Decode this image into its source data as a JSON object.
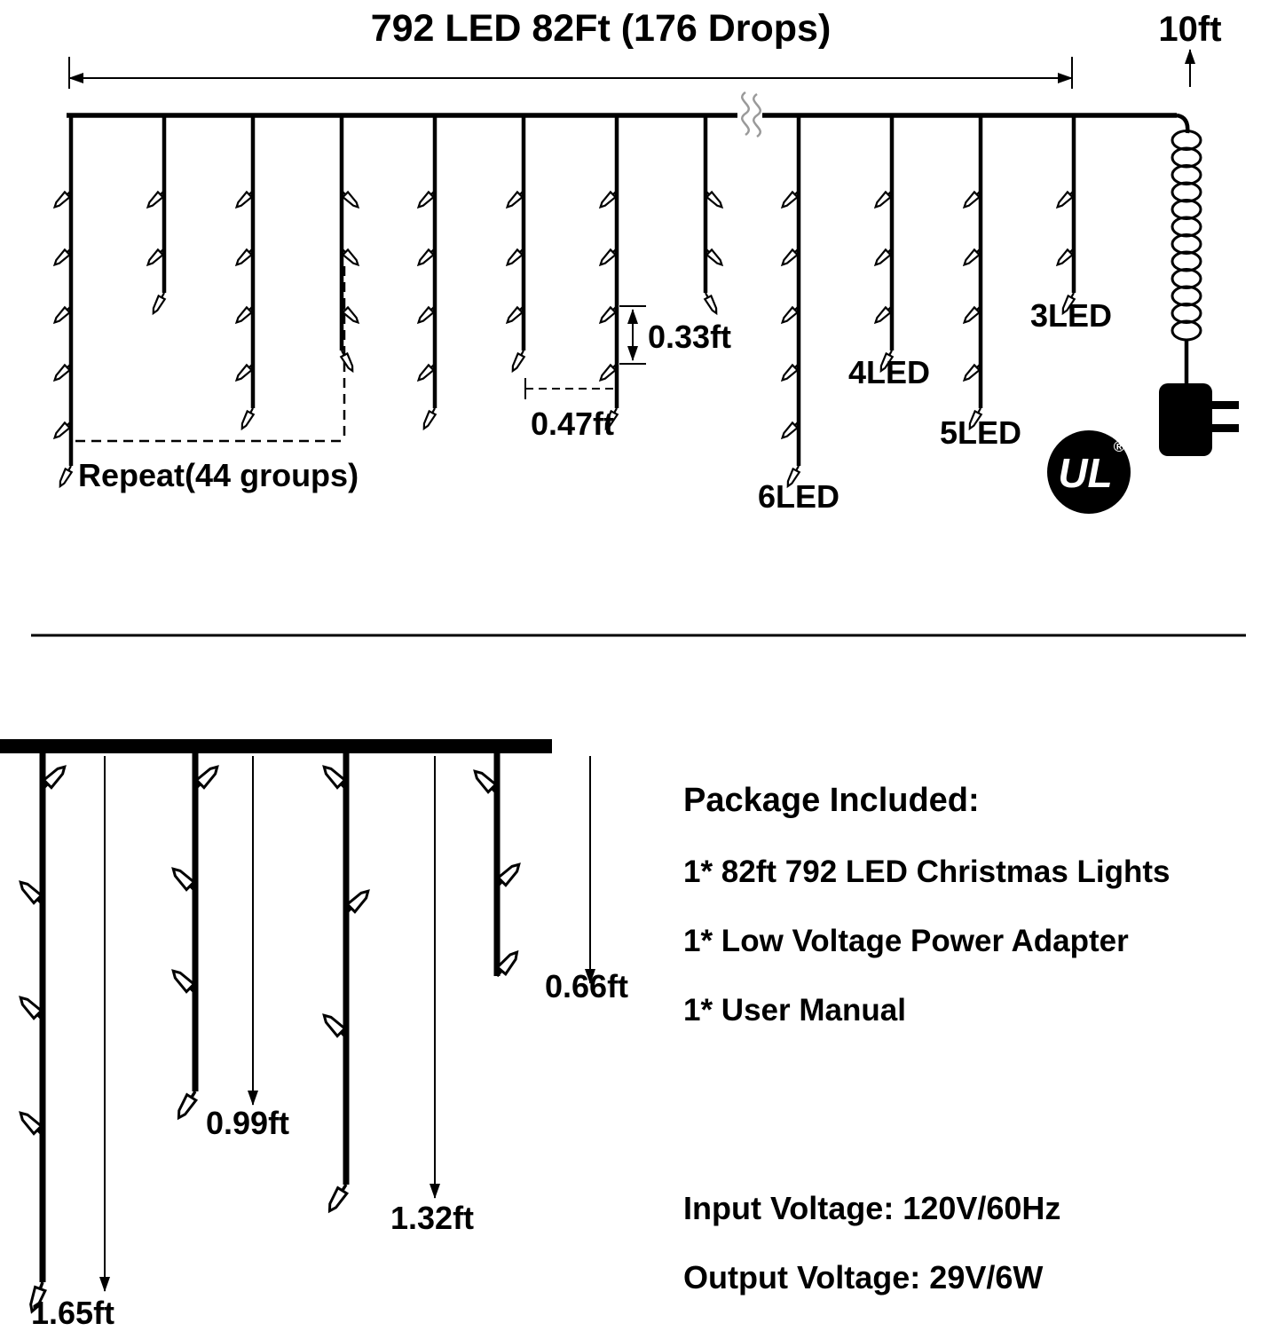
{
  "top": {
    "title": "792 LED 82Ft (176 Drops)",
    "lead_length": "10ft",
    "repeat_label": "Repeat(44 groups)",
    "led_gap": "0.33ft",
    "drop_gap": "0.47ft",
    "led_3": "3LED",
    "led_4": "4LED",
    "led_5": "5LED",
    "led_6": "6LED",
    "ul_mark": "UL",
    "ul_registered": "®"
  },
  "bottom": {
    "drop_066": "0.66ft",
    "drop_099": "0.99ft",
    "drop_132": "1.32ft",
    "drop_165": "1.65ft"
  },
  "package": {
    "heading": "Package Included:",
    "items": [
      "1* 82ft 792 LED Christmas Lights",
      "1* Low Voltage Power Adapter",
      "1* User Manual"
    ],
    "input_voltage": "Input Voltage: 120V/60Hz",
    "output_voltage": "Output Voltage: 29V/6W"
  },
  "colors": {
    "ink": "#000000",
    "background": "#ffffff"
  }
}
